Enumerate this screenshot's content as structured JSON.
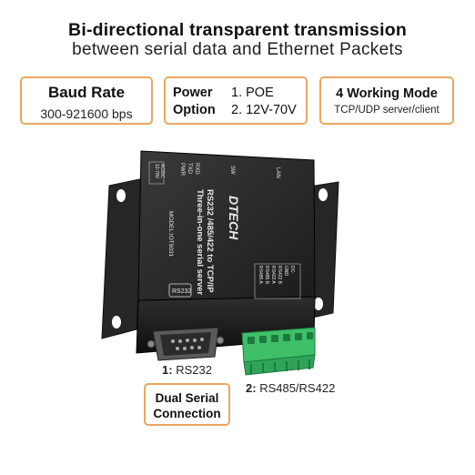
{
  "headline": {
    "line1": "Bi-directional transparent transmission",
    "line2": "between serial data and Ethernet Packets"
  },
  "baud": {
    "title": "Baud Rate",
    "value": "300-921600 bps"
  },
  "power": {
    "word1": "Power",
    "word2": "Option",
    "opt1": "1. POE",
    "opt2": "2. 12V-70V"
  },
  "mode": {
    "title": "4 Working Mode",
    "value": "TCP/UDP server/client"
  },
  "device": {
    "brand": "DTECH",
    "product_line1": "RS232 /485/422 to TCP/IP",
    "product_line2": "Three-in-one serial server",
    "model": "MODEL:IOT9031",
    "port_rs232": "RS232",
    "leds": [
      "PWR",
      "TXD",
      "RXD"
    ],
    "power_label": "12-78V",
    "ac_dc": "AC/DC",
    "sw_label": "SW",
    "lan_label": "LAN",
    "terminal_labels": [
      "RS485 A",
      "RS485 B",
      "RS422 A",
      "RS422 B",
      "GND",
      "DC-"
    ]
  },
  "ports": {
    "p1_num": "1:",
    "p1_name": "RS232",
    "p2_num": "2:",
    "p2_name": "RS485/RS422"
  },
  "dual": {
    "line1": "Dual Serial",
    "line2": "Connection"
  },
  "colors": {
    "accent": "#e7a85e",
    "terminal": "#3fbf68",
    "body": "#2a2a2a"
  }
}
